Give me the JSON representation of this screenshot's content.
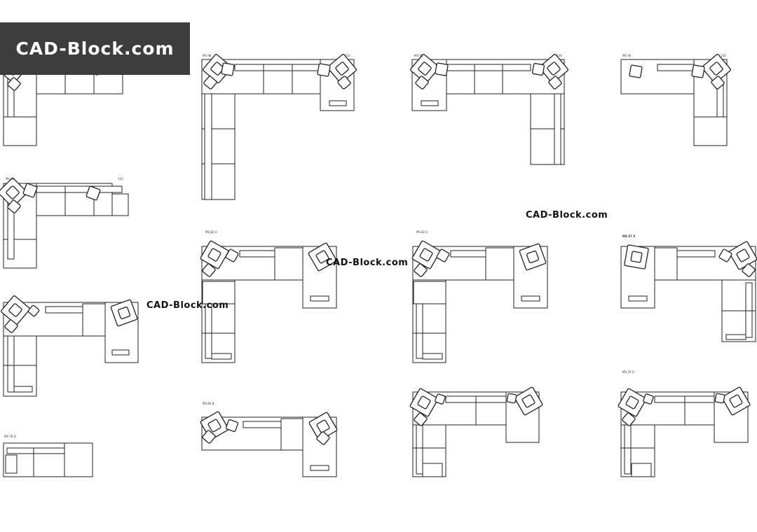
{
  "logo": {
    "text": "CAD-Block.com"
  },
  "watermarks": [
    "CAD-Block.com",
    "CAD-Block.com",
    "CAD-Block.com"
  ],
  "labels": [
    "MS 98",
    "133",
    "MS 98",
    "144",
    "MS 60",
    "130",
    "MS 60",
    "133",
    "MS 82 U",
    "MS 82 U",
    "MS 87 X",
    "MS 80 B",
    "MS 78 Q",
    "MS 79 O"
  ],
  "colors": {
    "line": "#222222",
    "logo_bg": "#3d3d3d",
    "logo_text": "#ffffff"
  }
}
